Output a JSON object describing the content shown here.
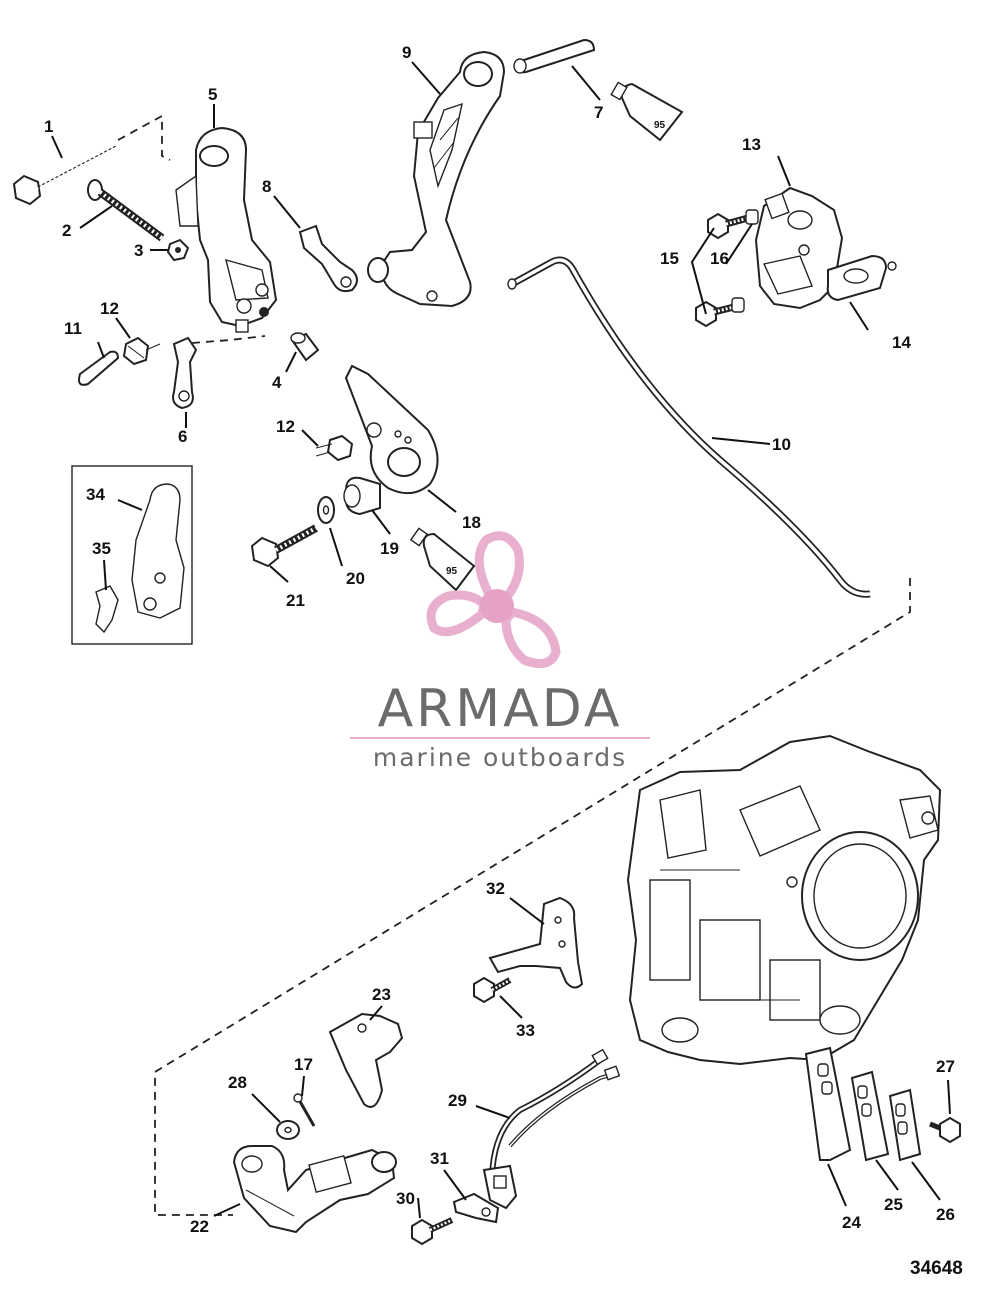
{
  "diagram": {
    "callouts": [
      {
        "id": "1",
        "label": "1"
      },
      {
        "id": "2",
        "label": "2"
      },
      {
        "id": "3",
        "label": "3"
      },
      {
        "id": "4",
        "label": "4"
      },
      {
        "id": "5",
        "label": "5"
      },
      {
        "id": "6",
        "label": "6"
      },
      {
        "id": "7",
        "label": "7"
      },
      {
        "id": "8",
        "label": "8"
      },
      {
        "id": "9",
        "label": "9"
      },
      {
        "id": "10",
        "label": "10"
      },
      {
        "id": "11",
        "label": "11"
      },
      {
        "id": "12a",
        "label": "12"
      },
      {
        "id": "12b",
        "label": "12"
      },
      {
        "id": "13",
        "label": "13"
      },
      {
        "id": "14",
        "label": "14"
      },
      {
        "id": "15",
        "label": "15"
      },
      {
        "id": "16",
        "label": "16"
      },
      {
        "id": "17",
        "label": "17"
      },
      {
        "id": "18",
        "label": "18"
      },
      {
        "id": "19",
        "label": "19"
      },
      {
        "id": "20",
        "label": "20"
      },
      {
        "id": "21",
        "label": "21"
      },
      {
        "id": "22",
        "label": "22"
      },
      {
        "id": "23",
        "label": "23"
      },
      {
        "id": "24",
        "label": "24"
      },
      {
        "id": "25",
        "label": "25"
      },
      {
        "id": "26",
        "label": "26"
      },
      {
        "id": "27",
        "label": "27"
      },
      {
        "id": "28",
        "label": "28"
      },
      {
        "id": "29",
        "label": "29"
      },
      {
        "id": "30",
        "label": "30"
      },
      {
        "id": "31",
        "label": "31"
      },
      {
        "id": "32",
        "label": "32"
      },
      {
        "id": "33",
        "label": "33"
      },
      {
        "id": "34",
        "label": "34"
      },
      {
        "id": "35",
        "label": "35"
      }
    ],
    "tube_marks": {
      "tube_7": "95",
      "tube_20": "95"
    },
    "figure_number": "34648"
  },
  "watermark": {
    "brand_name": "ARMADA",
    "tagline": "marine outboards",
    "colors": {
      "pink": "#e8a9cc",
      "pink_dark": "#e39bc2",
      "gray": "#5f5f5f"
    }
  }
}
